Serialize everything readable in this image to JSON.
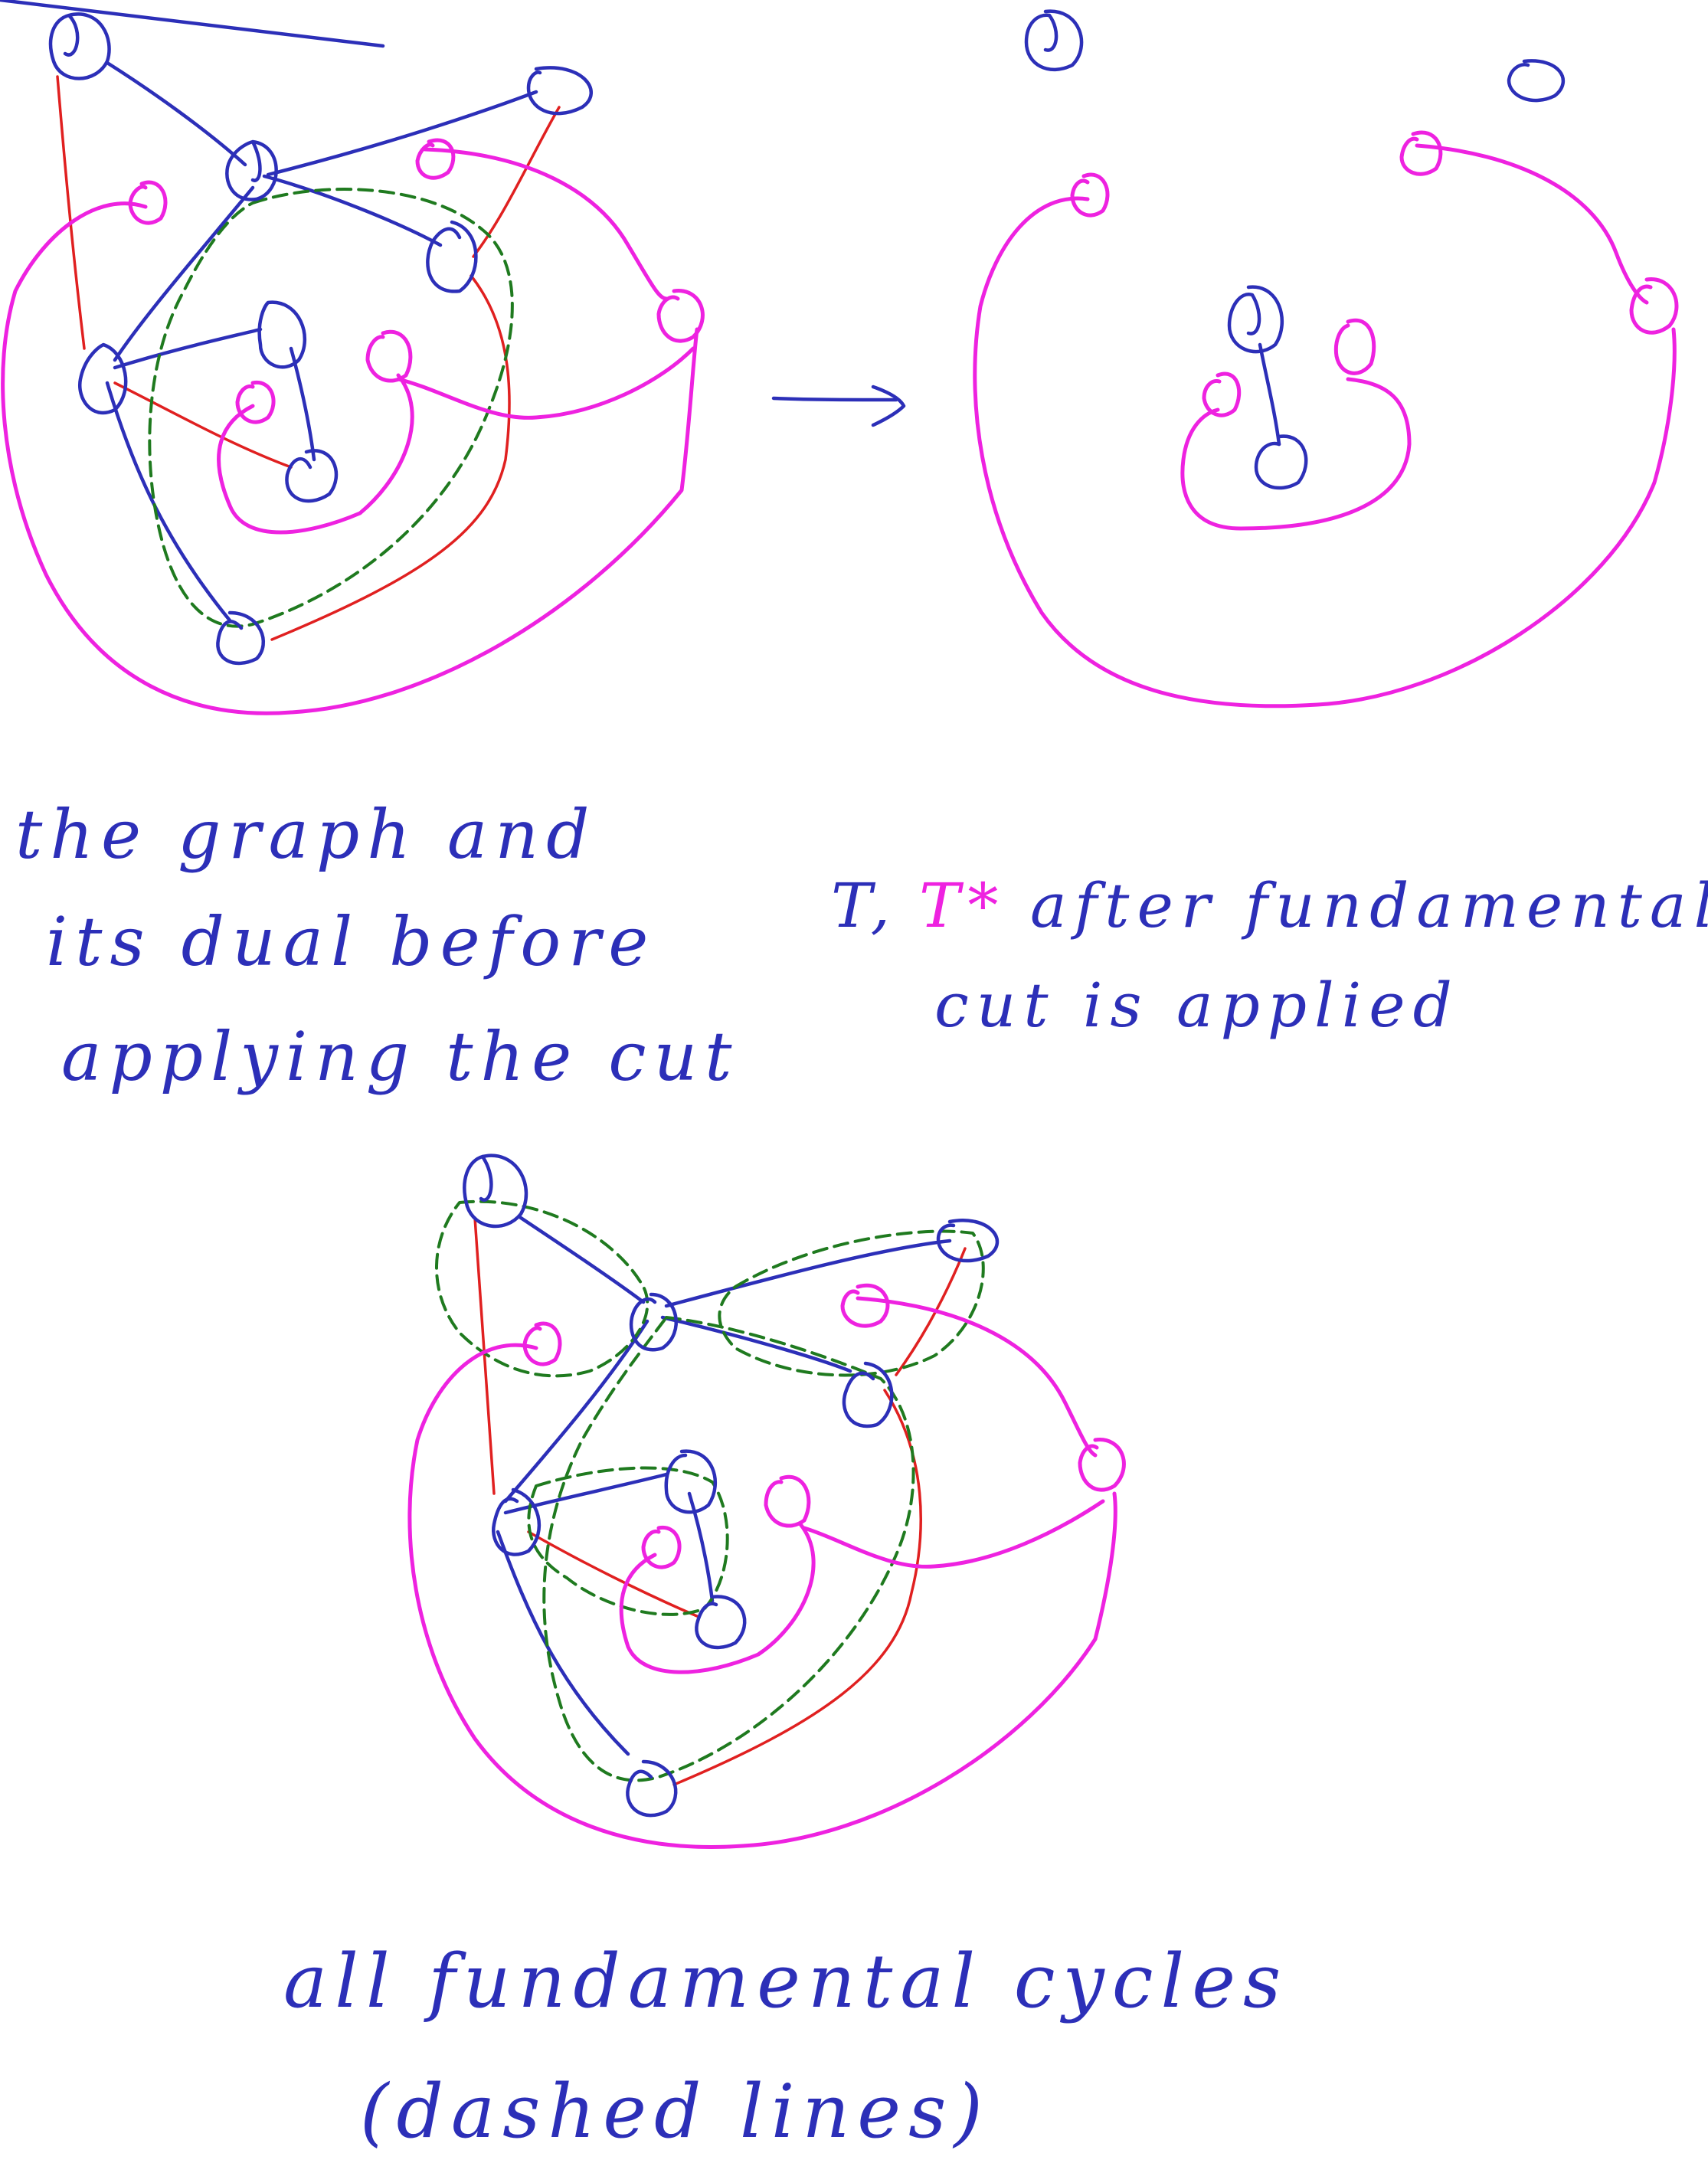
{
  "colors": {
    "graph_edge": "#2c2fb8",
    "dual_edge": "#ee22e0",
    "spanning_tree_edge": "#e02020",
    "fundamental_cycle": "#1f7a1f",
    "text": "#2c2fb8",
    "text_highlight": "#ee22e0"
  },
  "captions": {
    "left": {
      "line1": "the graph and",
      "line2": "its dual before",
      "line3": "applying the cut"
    },
    "right": {
      "t_label": "T,",
      "t_star_label": "T*",
      "line1_rest": "after fundamental",
      "line2": "cut is applied"
    },
    "bottom": {
      "line1": "all fundamental cycles",
      "line2": "(dashed lines)"
    }
  },
  "arrow_icon": "right-arrow-icon"
}
